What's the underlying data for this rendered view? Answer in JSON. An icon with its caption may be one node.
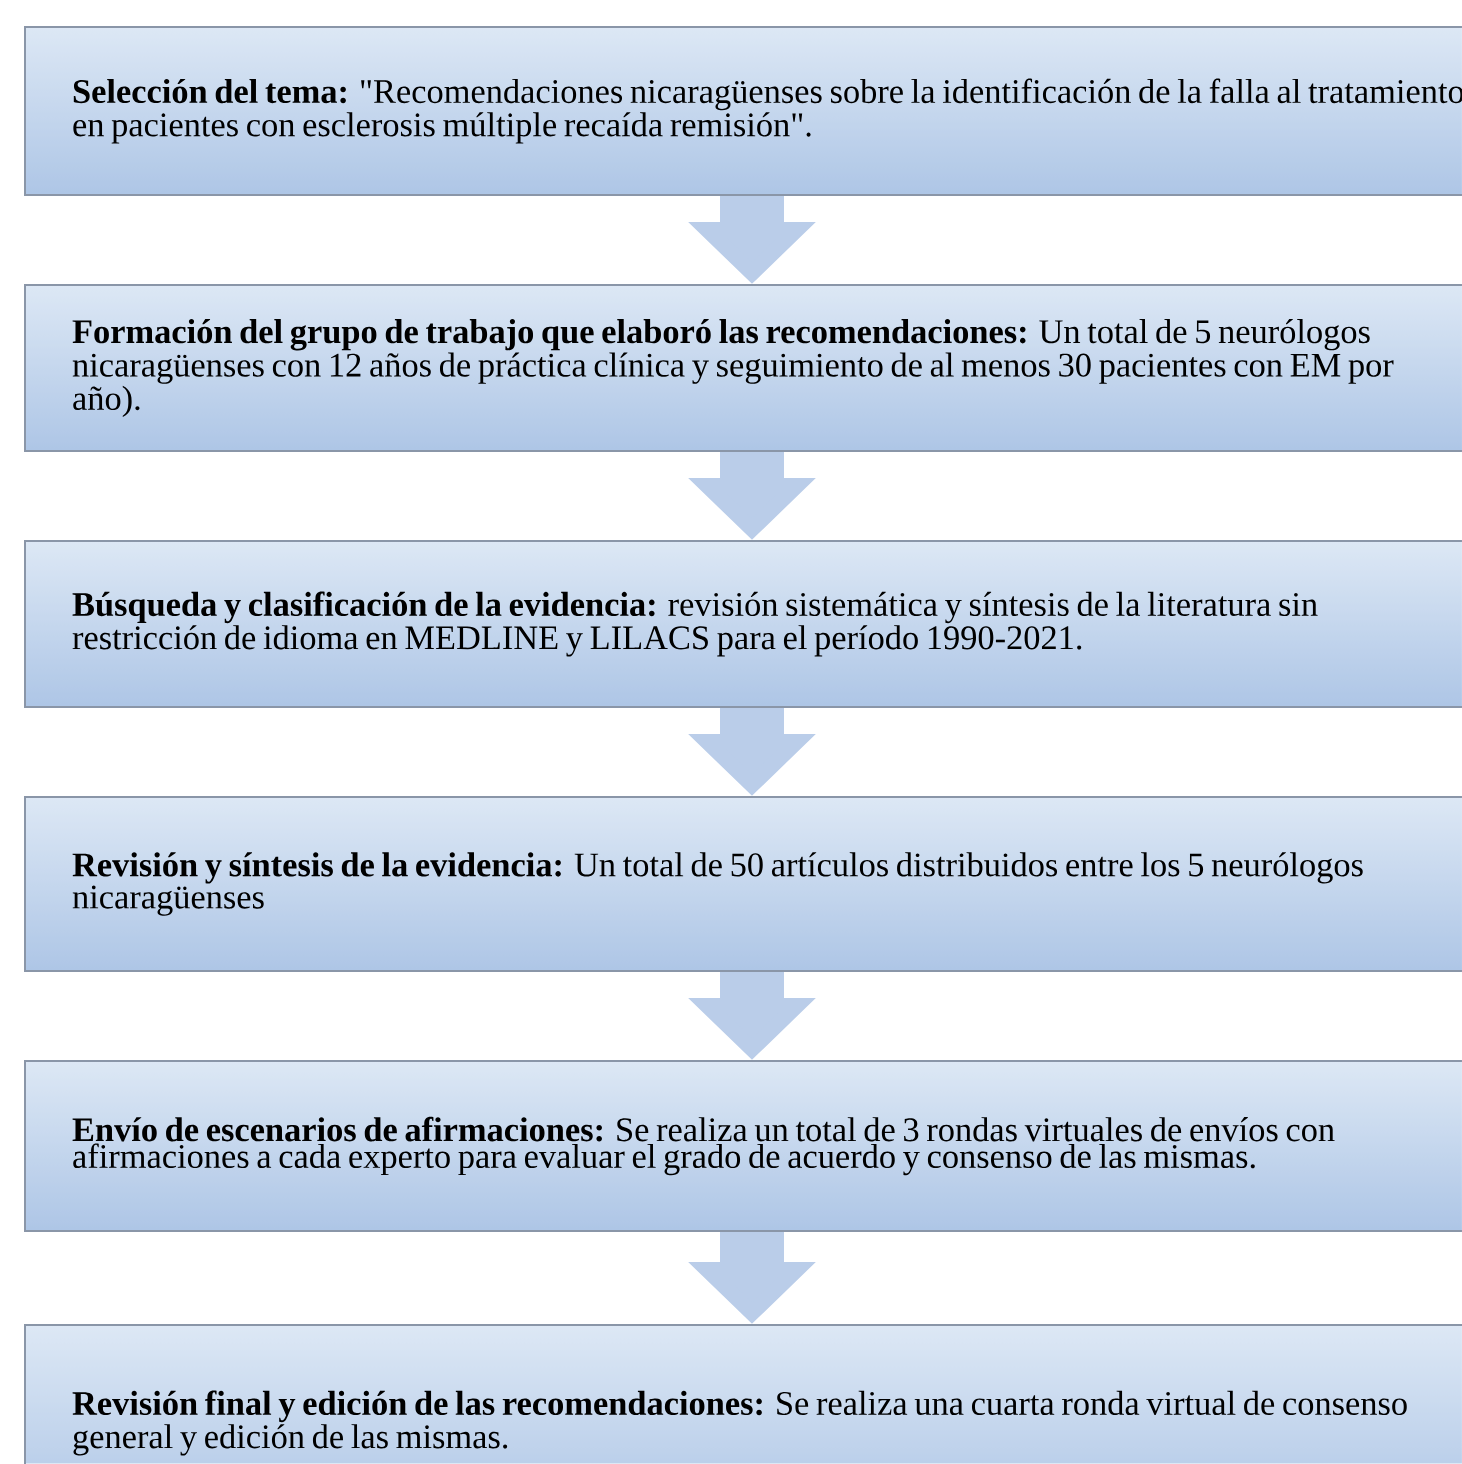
{
  "diagram": {
    "nodes": [
      {
        "text": [
          "**Selección del tema:** \"Recomendaciones nicaragüenses sobre la identificación de la falla al tratamiento en pacientes con esclerosis múltiple recaída remisión\"."
        ]
      },
      {
        "text": [
          "**Formación del grupo de trabajo que elaboró las recomendaciones:** Un total de 5 neurólogos nicaragüenses con 12 años de práctica clínica y seguimiento de al menos 30 pacientes con EM por año)."
        ]
      },
      {
        "text": [
          "**Búsqueda y clasificación de la evidencia:** revisión sistemática y síntesis de la literatura sin restricción de idioma en MEDLINE y LILACS para el período 1990-2021."
        ]
      },
      {
        "text": [
          "**Revisión y síntesis de la evidencia:** Un total de 50 artículos distribuidos entre los 5 neurólogos nicaragüenses"
        ]
      },
      {
        "text": [
          "**Envío de escenarios de afirmaciones:** Se realiza un total de 3 rondas virtuales de envíos con afirmaciones a cada experto para evaluar el grado de acuerdo y consenso de las mismas."
        ]
      },
      {
        "text": [
          "**Revisión final y edición de las recomendaciones:** Se realiza una cuarta ronda virtual de consenso general y edición de las mismas."
        ]
      }
    ],
    "edges": [
      {
        "from": 0,
        "to": 1,
        "arrow": "to"
      },
      {
        "from": 1,
        "to": 2,
        "arrow": "to"
      },
      {
        "from": 2,
        "to": 3,
        "arrow": "to"
      },
      {
        "from": 3,
        "to": 4,
        "arrow": "to"
      },
      {
        "from": 4,
        "to": 5,
        "arrow": "to"
      }
    ]
  }
}
